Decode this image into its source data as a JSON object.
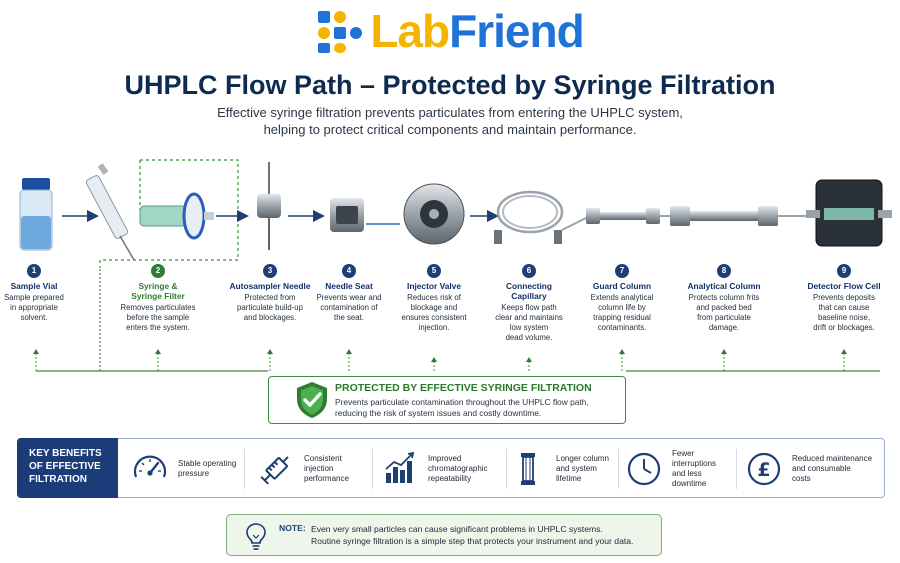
{
  "logo": {
    "part1": "Lab",
    "part2": "Friend"
  },
  "header": {
    "title": "UHPLC Flow Path – Protected by Syringe Filtration",
    "subtitle_line1": "Effective syringe filtration prevents particulates from entering the UHPLC system,",
    "subtitle_line2": "helping to protect critical components and maintain performance."
  },
  "steps": [
    {
      "num": "1",
      "title": "Sample Vial",
      "desc": [
        "Sample prepared",
        "in appropriate",
        "solvent."
      ]
    },
    {
      "num": "2",
      "title": "Syringe &",
      "title2": "Syringe Filter",
      "desc": [
        "Removes particulates",
        "before the sample",
        "enters the system."
      ]
    },
    {
      "num": "3",
      "title": "Autosampler Needle",
      "desc": [
        "Protected from",
        "particulate build-up",
        "and blockages."
      ]
    },
    {
      "num": "4",
      "title": "Needle Seat",
      "desc": [
        "Prevents wear and",
        "contamination of",
        "the seat."
      ]
    },
    {
      "num": "5",
      "title": "Injector Valve",
      "desc": [
        "Reduces risk of",
        "blockage and",
        "ensures consistent",
        "injection."
      ]
    },
    {
      "num": "6",
      "title": "Connecting",
      "title2": "Capillary",
      "desc": [
        "Keeps flow path",
        "clear and maintains",
        "low system",
        "dead volume."
      ]
    },
    {
      "num": "7",
      "title": "Guard Column",
      "desc": [
        "Extends analytical",
        "column life by",
        "trapping residual",
        "contaminants."
      ]
    },
    {
      "num": "8",
      "title": "Analytical Column",
      "desc": [
        "Protects column frits",
        "and packed bed",
        "from particulate",
        "damage."
      ]
    },
    {
      "num": "9",
      "title": "Detector Flow Cell",
      "desc": [
        "Prevents deposits",
        "that can cause",
        "baseline noise,",
        "drift or blockages."
      ]
    }
  ],
  "protection": {
    "title": "PROTECTED BY EFFECTIVE SYRINGE FILTRATION",
    "desc_line1": "Prevents particulate contamination throughout the UHPLC flow path,",
    "desc_line2": "reducing the risk of system issues and costly downtime."
  },
  "benefits": {
    "heading": [
      "KEY BENEFITS",
      "OF EFFECTIVE",
      "FILTRATION"
    ],
    "items": [
      {
        "icon": "gauge-icon",
        "label": [
          "Stable operating",
          "pressure"
        ]
      },
      {
        "icon": "syringe-icon",
        "label": [
          "Consistent",
          "injection",
          "performance"
        ]
      },
      {
        "icon": "bar-chart-icon",
        "label": [
          "Improved",
          "chromatographic",
          "repeatability"
        ]
      },
      {
        "icon": "column-icon",
        "label": [
          "Longer column",
          "and system",
          "lifetime"
        ]
      },
      {
        "icon": "clock-icon",
        "label": [
          "Fewer",
          "interruptions",
          "and less",
          "downtime"
        ]
      },
      {
        "icon": "pound-coin-icon",
        "label": [
          "Reduced maintenance",
          "and consumable",
          "costs"
        ]
      }
    ]
  },
  "note": {
    "label": "NOTE:",
    "line1": "Even very small particles can cause significant problems in UHPLC systems.",
    "line2": "Routine syringe filtration is a simple step that protects your instrument and your data."
  },
  "colors": {
    "navy": "#1b3c78",
    "green": "#2e7d32",
    "lab_yellow": "#f5b400",
    "friend_blue": "#1f73d6"
  }
}
